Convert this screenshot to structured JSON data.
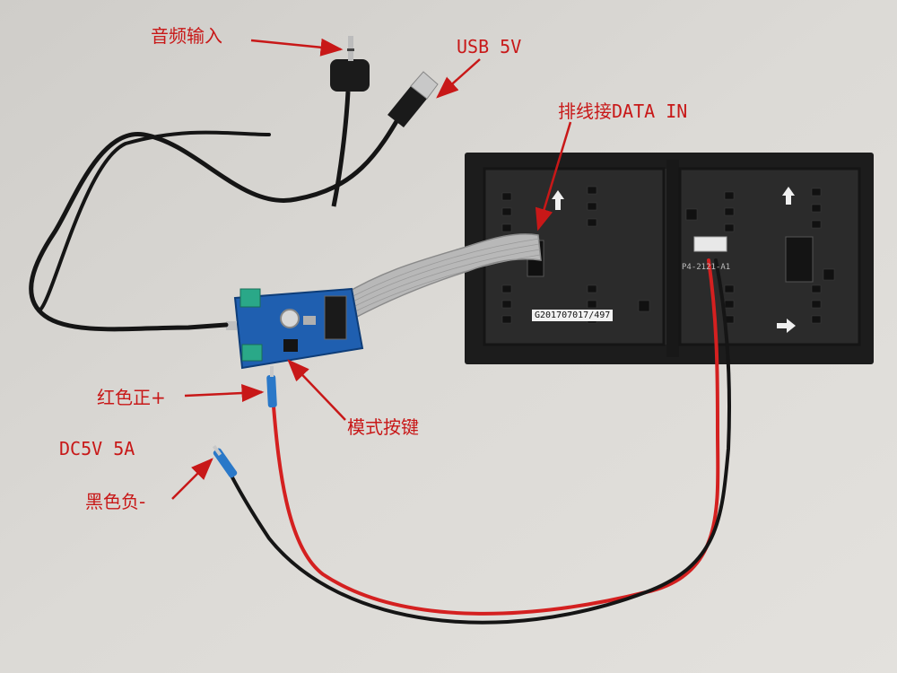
{
  "labels": {
    "audio_input": "音频输入",
    "usb": "USB 5V",
    "ribbon_data_in": "排线接DATA IN",
    "red_positive": "红色正+",
    "mode_button": "模式按键",
    "power_spec": "DC5V 5A",
    "black_negative": "黑色负-"
  },
  "panel": {
    "serial_sticker": "G201707017/497",
    "silkscreen": "P4-2121-A1"
  },
  "colors": {
    "annotation": "#c81818",
    "background": "#d8d6d2",
    "pcb": "#1f5fb0",
    "panel": "#222222",
    "red_wire": "#d42020",
    "black_wire": "#151515"
  }
}
